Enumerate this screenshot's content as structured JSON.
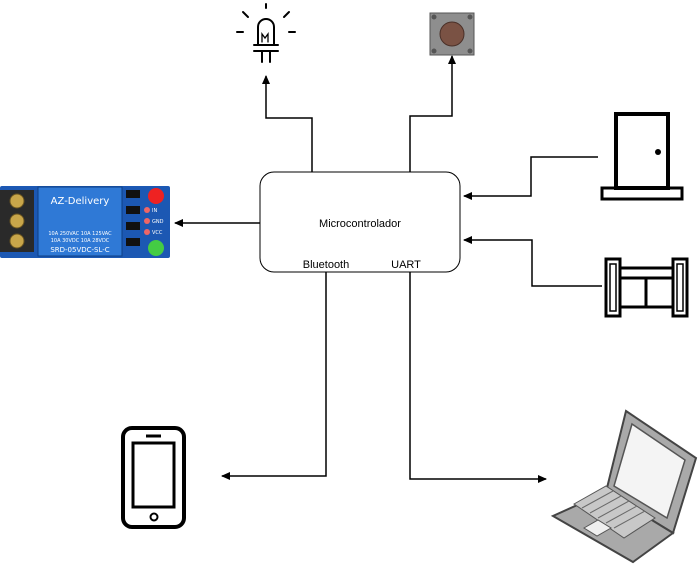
{
  "mcu": {
    "title": "Microcontrolador",
    "port_left": "Bluetooth",
    "port_right": "UART"
  },
  "relay_module": {
    "brand": "AZ-Delivery",
    "model": "SRD-05VDC-SL-C",
    "rating_row1": "10A 250VAC   10A 125VAC",
    "rating_row2": "10A 30VDC    10A 28VDC",
    "pin_in": "IN",
    "pin_gnd": "GND",
    "pin_vcc": "VCC",
    "colors": {
      "board": "#1c58b3",
      "relay": "#2f79d6",
      "led_red": "#ee2222",
      "led_green": "#44cc44"
    }
  },
  "components": [
    "led-bulb",
    "push-button",
    "door",
    "window",
    "relay-module",
    "smartphone",
    "laptop"
  ]
}
